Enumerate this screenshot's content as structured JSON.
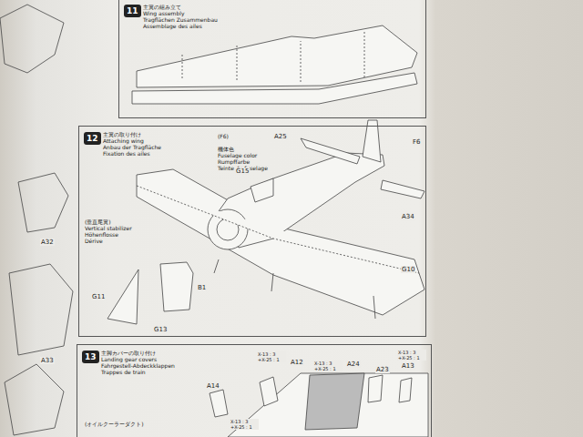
{
  "diagram": {
    "nodes": [
      {
        "text": [
          "主翼の組み立て",
          "Wing assembly",
          "Tragflächen Zusammenbau",
          "Assemblage des ailes"
        ]
      },
      {
        "text": [
          "11"
        ],
        "in": 0
      },
      {
        "text": [
          "主翼の取り付け",
          "Attaching wing",
          "Anbau der Tragfläche",
          "Fixation des ailes"
        ]
      },
      {
        "text": [
          "12"
        ],
        "in": 2
      },
      {
        "text": [
          "主脚カバーの取り付け",
          "Landing gear covers",
          "Fahrgestell-Abdeckklappen",
          "Trappes de train"
        ]
      },
      {
        "text": [
          "13"
        ],
        "in": 4
      }
    ],
    "labels": [
      "(F6)",
      "機体色",
      "Fuselage color",
      "Rumpffarbe",
      "Teinte du fuselage",
      "A25",
      "F6",
      "G15",
      "A34",
      "G10",
      "(垂直尾翼)",
      "Vertical stabilizer",
      "Höhenflosse",
      "Dérive",
      "G11",
      "B1",
      "G13",
      "A32",
      "A33",
      "A12",
      "A24",
      "A23",
      "A13",
      "A14",
      "X-13 : 3 +X-25 : 1",
      "X-13 : 3 +X-25 : 1",
      "X-13 : 3 +X-25 : 1",
      "X-13 : 3 +X-25 : 1",
      "(オイルクーラーダクト)"
    ]
  }
}
